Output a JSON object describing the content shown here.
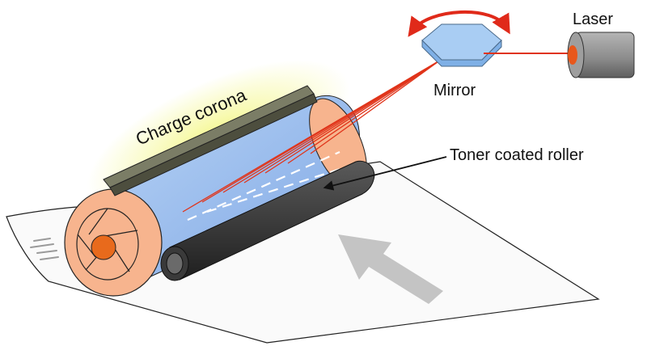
{
  "labels": {
    "laser": "Laser",
    "mirror": "Mirror",
    "charge_corona": "Charge corona",
    "toner_roller": "Toner coated roller"
  },
  "colors": {
    "laser_beam": "#e0341a",
    "laser_tip": "#e8571b",
    "laser_body": "#8a8a8a",
    "mirror": "#a9cdf3",
    "rotation_arrow": "#e02a1a",
    "drum_body": "#9cc0ee",
    "drum_end": "#f7b48e",
    "drum_hub": "#e86a1c",
    "corona_bar": "#5c5d4a",
    "corona_glow": "#eef26a",
    "toner_roller": "#3a3a3a",
    "paper": "#fafafa",
    "paper_arrow": "#c4c4c4"
  },
  "icons": [
    "laser-icon",
    "mirror-icon",
    "rotation-arrow-icon",
    "feed-direction-arrow-icon"
  ]
}
